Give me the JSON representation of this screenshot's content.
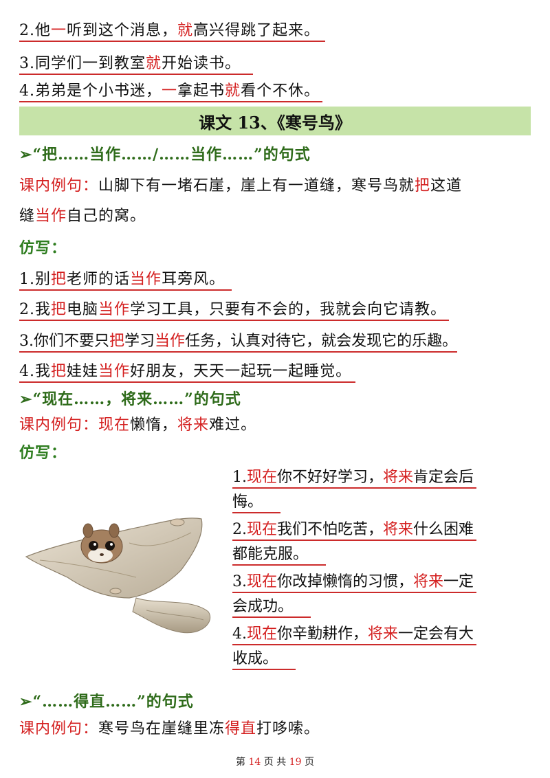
{
  "top_examples": [
    {
      "num": "2.",
      "parts": [
        "他",
        "一",
        "听到这个消息，",
        "就",
        "高兴得跳了起来。"
      ]
    },
    {
      "num": "3.",
      "parts": [
        "同学们一到教室",
        "就",
        "开始读书。"
      ]
    },
    {
      "num": "4.",
      "parts": [
        "弟弟是个小书迷，",
        "一",
        "拿起书",
        "就",
        "看个不休。"
      ]
    }
  ],
  "banner": "课文 13、《寒号鸟》",
  "section1": {
    "arrow": "➢",
    "heading": "“把……当作……/……当作……”的句式",
    "example_label": "课内例句：",
    "example_line1_parts": [
      "山脚下有一堵石崖，崖上有一道缝，寒号鸟就",
      "把",
      "这道"
    ],
    "example_line2_parts": [
      "缝",
      "当作",
      "自己的窝。"
    ],
    "imitate_label": "仿写：",
    "items": [
      {
        "num": "1.",
        "parts": [
          "别",
          "把",
          "老师的话",
          "当作",
          "耳旁风。"
        ]
      },
      {
        "num": "2.",
        "parts": [
          "我",
          "把",
          "电脑",
          "当作",
          "学习工具，只要有不会的，我就会向它请教。"
        ]
      },
      {
        "num": "3.",
        "parts": [
          "你们不要只",
          "把",
          "学习",
          "当作",
          "任务，认真对待它，就会发现它的乐趣。"
        ]
      },
      {
        "num": "4.",
        "parts": [
          "我",
          "把",
          "娃娃",
          "当作",
          "好朋友，天天一起玩一起睡觉。"
        ]
      }
    ]
  },
  "section2": {
    "arrow": "➢",
    "heading": "“现在……，将来……”的句式",
    "example_label": "课内例句：",
    "example_parts": [
      "现在",
      "懒惰，",
      "将来",
      "难过。"
    ],
    "imitate_label": "仿写：",
    "items": [
      {
        "num": "1.",
        "l1": [
          "现在",
          "你不好好学习，",
          "将来",
          "肯定会后"
        ],
        "l2": "悔。"
      },
      {
        "num": "2.",
        "l1": [
          "现在",
          "我们不怕吃苦，",
          "将来",
          "什么困难"
        ],
        "l2": "都能克服。"
      },
      {
        "num": "3.",
        "l1": [
          "现在",
          "你改掉懒惰的习惯，",
          "将来",
          "一定"
        ],
        "l2": "会成功。"
      },
      {
        "num": "4.",
        "l1": [
          "现在",
          "你辛勤耕作，",
          "将来",
          "一定会有大"
        ],
        "l2": "收成。"
      }
    ]
  },
  "section3": {
    "arrow": "➢",
    "heading": "“……得直……”的句式",
    "example_label": "课内例句：",
    "example_parts": [
      "寒号鸟在崖缝里冻",
      "得直",
      "打哆嗦。"
    ]
  },
  "footer": {
    "prefix": "第",
    "page": "14",
    "mid": "页 共",
    "total": "19",
    "suffix": "页"
  }
}
